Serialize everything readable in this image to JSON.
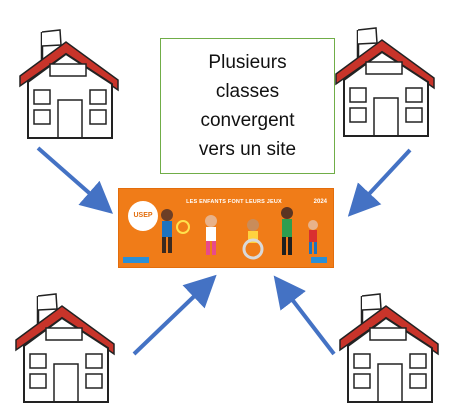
{
  "caption": {
    "lines": [
      "Plusieurs",
      "classes",
      "convergent",
      "vers un site"
    ]
  },
  "banner": {
    "title": "LES ENFANTS FONT LEURS JEUX",
    "logo": "USEP",
    "year": "2024"
  },
  "colors": {
    "arrow": "#4472c4",
    "roof": "#c0392b",
    "caption_border": "#70ad47",
    "banner": "#f07c18"
  }
}
